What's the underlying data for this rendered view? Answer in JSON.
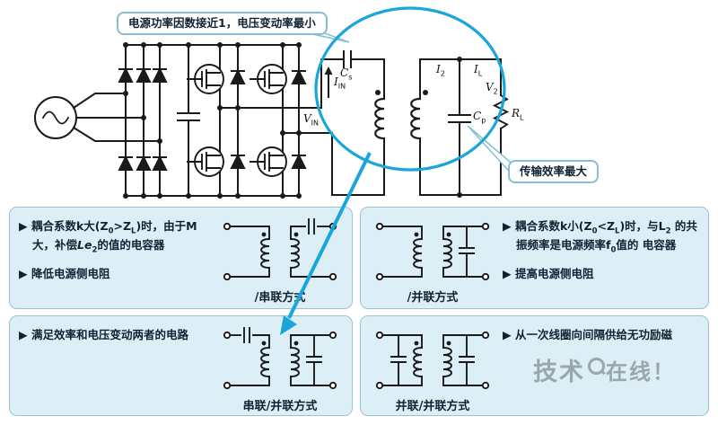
{
  "callouts": {
    "power_factor": "电源功率因数接近1，电压变动率最小",
    "transfer_efficiency": "传输效率最大"
  },
  "schematic_labels": {
    "cs": {
      "base": "C",
      "sub": "s"
    },
    "iin": {
      "base": "I",
      "sub": "IN"
    },
    "vin": {
      "base": "V",
      "sub": "IN"
    },
    "i2": {
      "base": "I",
      "sub": "2"
    },
    "il": {
      "base": "I",
      "sub": "L"
    },
    "v2": {
      "base": "V",
      "sub": "2"
    },
    "cp": {
      "base": "C",
      "sub": "p"
    },
    "rl": {
      "base": "R",
      "sub": "L"
    }
  },
  "panels": {
    "series_secondary": {
      "bullet1_html": "▶ 耦合系数k大(Z<sub>0</sub>&gt;Z<sub>L</sub>)时，由于M大，补偿<i>Le</i><sub>2</sub>的值的电容器",
      "bullet2_html": "▶ 降低电源侧电阻",
      "caption": "/串联方式"
    },
    "parallel_secondary": {
      "bullet1_html": "▶ 耦合系数k小(Z<sub>0</sub>&lt;Z<sub>L</sub>)时，与L<sub>2</sub> 的共振频率是电源频率f<sub>0</sub>值的 电容器",
      "bullet2_html": "▶ 提高电源侧电阻",
      "caption": "/并联方式"
    },
    "series_parallel": {
      "bullet1_html": "▶ 满足效率和电压变动两者的电路",
      "caption": "串联/并联方式"
    },
    "parallel_parallel": {
      "bullet1_html": "▶ 从一次线圈向间隔供给无功励磁",
      "caption": "并联/并联方式"
    }
  },
  "watermark": {
    "prefix": "技术",
    "suffix": "在线",
    "bang": "！"
  },
  "colors": {
    "highlight_blue": "#1aa6da",
    "panel_bg": "#dceef6",
    "panel_border": "#9fc2d3",
    "callout_border": "#86bed6",
    "line": "#1a1a1a",
    "watermark_gray": "#9aa6ab"
  }
}
